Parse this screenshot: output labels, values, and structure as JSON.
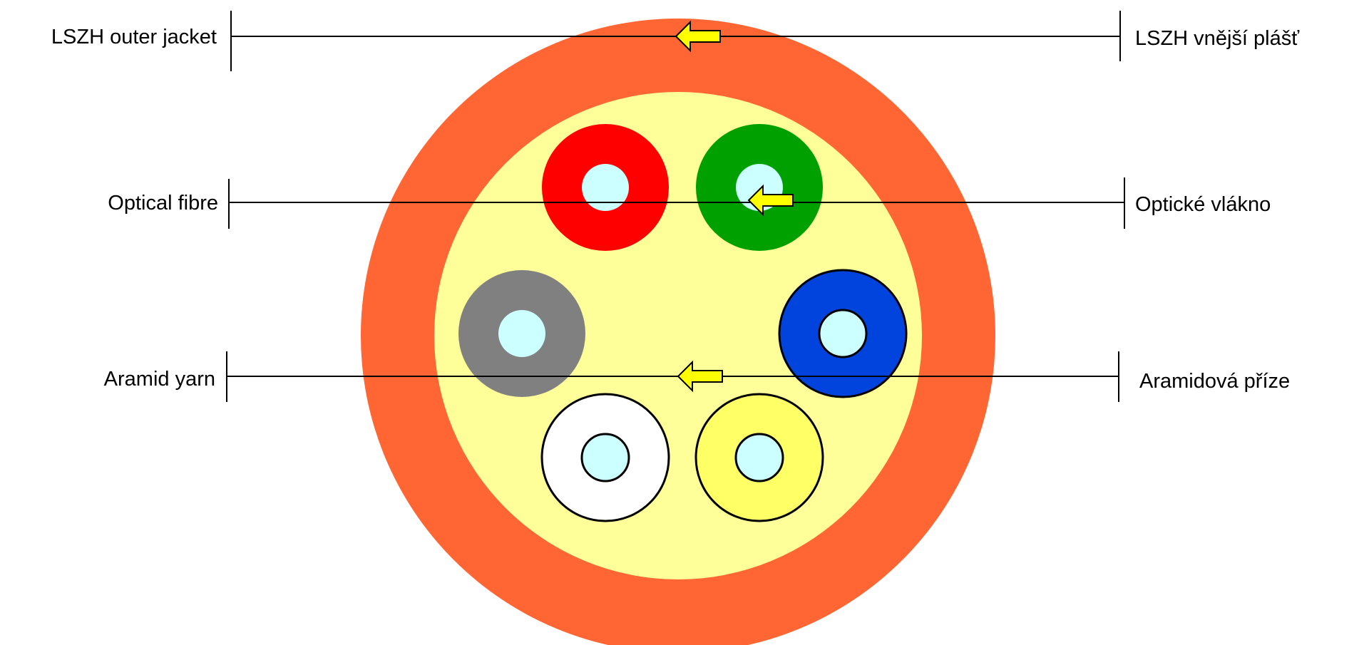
{
  "labels_en": {
    "jacket": "LSZH outer jacket",
    "fibre": "Optical fibre",
    "yarn": "Aramid yarn"
  },
  "labels_cs": {
    "jacket": "LSZH vnější plášť",
    "fibre": "Optické vlákno",
    "yarn": "Aramidová příze"
  },
  "colors": {
    "jacket": "#FF6633",
    "yarn": "#FFFF99",
    "core": "#CCFFFF",
    "arrow": "#FFFF00",
    "fibres": [
      "#FF0000",
      "#00A000",
      "#808080",
      "#0044DD",
      "#FFFFFF",
      "#FFFF66"
    ]
  }
}
